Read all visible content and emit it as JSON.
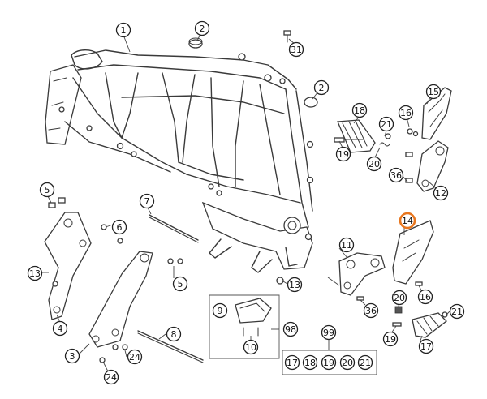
{
  "callouts": [
    {
      "id": "c1",
      "label": "1",
      "highlight": false
    },
    {
      "id": "c2a",
      "label": "2",
      "highlight": false
    },
    {
      "id": "c31",
      "label": "31",
      "highlight": false
    },
    {
      "id": "c2b",
      "label": "2",
      "highlight": false
    },
    {
      "id": "c18a",
      "label": "18",
      "highlight": false
    },
    {
      "id": "c21a",
      "label": "21",
      "highlight": false
    },
    {
      "id": "c16a",
      "label": "16",
      "highlight": false
    },
    {
      "id": "c15",
      "label": "15",
      "highlight": false
    },
    {
      "id": "c19a",
      "label": "19",
      "highlight": false
    },
    {
      "id": "c20a",
      "label": "20",
      "highlight": false
    },
    {
      "id": "c36a",
      "label": "36",
      "highlight": false
    },
    {
      "id": "c12",
      "label": "12",
      "highlight": false
    },
    {
      "id": "c5a",
      "label": "5",
      "highlight": false
    },
    {
      "id": "c7",
      "label": "7",
      "highlight": false
    },
    {
      "id": "c6",
      "label": "6",
      "highlight": false
    },
    {
      "id": "c13a",
      "label": "13",
      "highlight": false
    },
    {
      "id": "c4",
      "label": "4",
      "highlight": false
    },
    {
      "id": "c5b",
      "label": "5",
      "highlight": false
    },
    {
      "id": "c13b",
      "label": "13",
      "highlight": false
    },
    {
      "id": "c11",
      "label": "11",
      "highlight": false
    },
    {
      "id": "c14",
      "label": "14",
      "highlight": true
    },
    {
      "id": "c20b",
      "label": "20",
      "highlight": false
    },
    {
      "id": "c16b",
      "label": "16",
      "highlight": false
    },
    {
      "id": "c36b",
      "label": "36",
      "highlight": false
    },
    {
      "id": "c21b",
      "label": "21",
      "highlight": false
    },
    {
      "id": "c19b",
      "label": "19",
      "highlight": false
    },
    {
      "id": "c17a",
      "label": "17",
      "highlight": false
    },
    {
      "id": "c9",
      "label": "9",
      "highlight": false
    },
    {
      "id": "c98",
      "label": "98",
      "highlight": false
    },
    {
      "id": "c10",
      "label": "10",
      "highlight": false
    },
    {
      "id": "c8",
      "label": "8",
      "highlight": false
    },
    {
      "id": "c3",
      "label": "3",
      "highlight": false
    },
    {
      "id": "c24a",
      "label": "24",
      "highlight": false
    },
    {
      "id": "c24b",
      "label": "24",
      "highlight": false
    },
    {
      "id": "c99",
      "label": "99",
      "highlight": false
    },
    {
      "id": "c17b",
      "label": "17",
      "highlight": false
    },
    {
      "id": "c18b",
      "label": "18",
      "highlight": false
    },
    {
      "id": "c19c",
      "label": "19",
      "highlight": false
    },
    {
      "id": "c20c",
      "label": "20",
      "highlight": false
    },
    {
      "id": "c21c",
      "label": "21",
      "highlight": false
    }
  ],
  "colors": {
    "highlight": "#e8761e",
    "line": "#3a3a3a",
    "background": "#ffffff"
  }
}
